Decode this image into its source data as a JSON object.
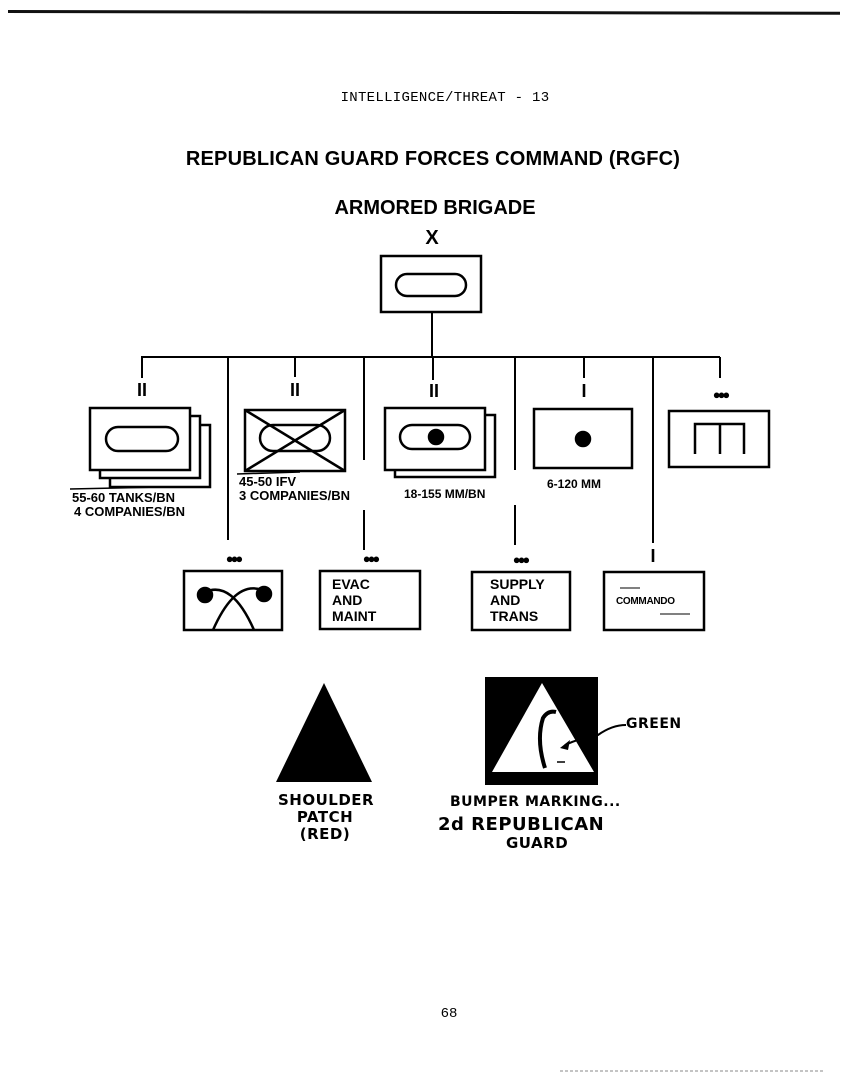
{
  "page": {
    "header": "INTELLIGENCE/THREAT - 13",
    "title": "REPUBLICAN GUARD FORCES COMMAND (RGFC)",
    "subtitle": "ARMORED BRIGADE",
    "page_number": "68"
  },
  "org_chart": {
    "root": {
      "echelon": "X",
      "symbol": "armor"
    },
    "top_row": [
      {
        "echelon": "II",
        "symbol": "armor",
        "stacked": 3,
        "labels": [
          "55-60 TANKS/BN",
          "4 COMPANIES/BN"
        ]
      },
      {
        "echelon": "II",
        "symbol": "mechanized-infantry",
        "stacked": 1,
        "labels": [
          "45-50 IFV",
          "3 COMPANIES/BN"
        ]
      },
      {
        "echelon": "II",
        "symbol": "self-propelled-artillery",
        "stacked": 2,
        "labels": [
          "18-155 MM/BN"
        ]
      },
      {
        "echelon": "I",
        "symbol": "mortar",
        "stacked": 1,
        "labels": [
          "6-120 MM"
        ]
      },
      {
        "echelon": "●●●",
        "symbol": "engineer",
        "stacked": 1,
        "labels": []
      }
    ],
    "bottom_row": [
      {
        "echelon": "●●●",
        "symbol": "signal",
        "text": []
      },
      {
        "echelon": "●●●",
        "symbol": "text",
        "text": [
          "EVAC",
          "AND",
          "MAINT"
        ]
      },
      {
        "echelon": "●●●",
        "symbol": "text",
        "text": [
          "SUPPLY",
          "AND",
          "TRANS"
        ]
      },
      {
        "echelon": "I",
        "symbol": "text",
        "text": [
          "COMMANDO"
        ]
      }
    ]
  },
  "insignia": {
    "shoulder_patch": {
      "label_lines": [
        "SHOULDER",
        "PATCH",
        "(RED)"
      ]
    },
    "bumper_marking": {
      "label_lines": [
        "BUMPER MARKING...",
        "2d REPUBLICAN",
        "GUARD"
      ],
      "callout": "GREEN"
    }
  }
}
